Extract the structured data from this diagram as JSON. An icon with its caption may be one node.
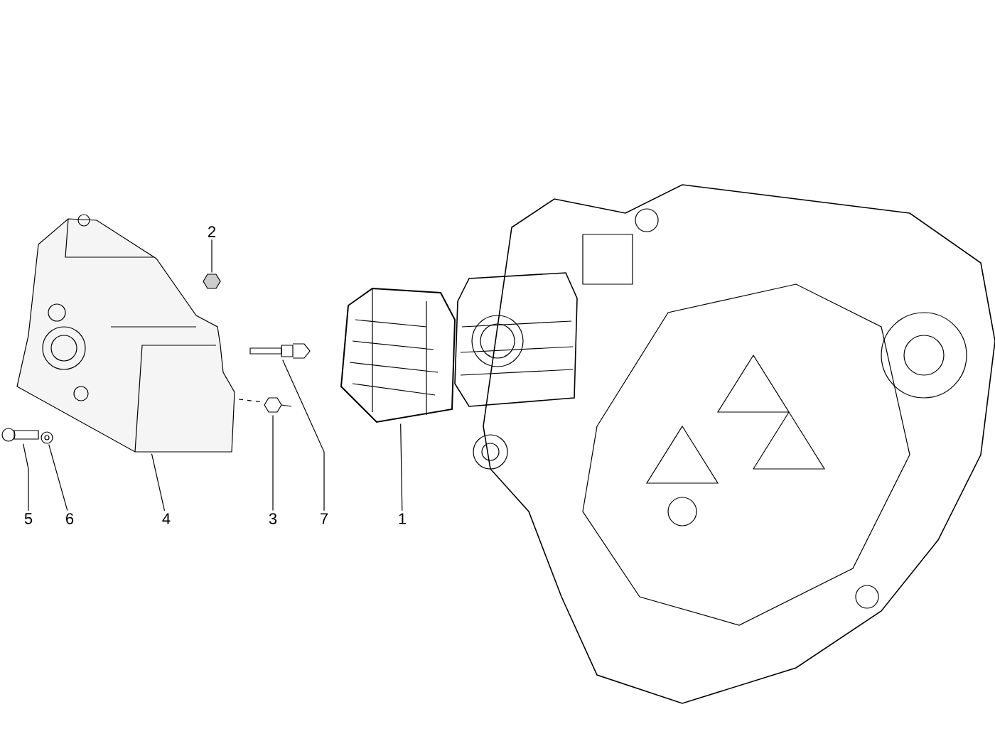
{
  "diagram": {
    "nodes": [
      {
        "text": [
          "2"
        ]
      },
      {
        "text": [
          "5"
        ]
      },
      {
        "text": [
          "6"
        ]
      },
      {
        "text": [
          "4"
        ]
      },
      {
        "text": [
          "3"
        ]
      },
      {
        "text": [
          "7"
        ]
      },
      {
        "text": [
          "1"
        ]
      },
      {
        "text": [],
        "shape": "picture"
      },
      {
        "text": [],
        "shape": "picture"
      },
      {
        "text": [],
        "shape": "picture"
      },
      {
        "text": [],
        "shape": "picture"
      },
      {
        "text": [],
        "shape": "picture"
      },
      {
        "text": [],
        "shape": "picture"
      },
      {
        "text": [],
        "shape": "picture"
      }
    ],
    "edges": [
      {
        "from": 0,
        "to": 10,
        "arrow": "none"
      },
      {
        "from": 1,
        "to": 7,
        "arrow": "none"
      },
      {
        "from": 2,
        "to": 8,
        "arrow": "none"
      },
      {
        "from": 3,
        "to": 9,
        "arrow": "none"
      },
      {
        "from": 4,
        "to": 11,
        "arrow": "none"
      },
      {
        "from": 5,
        "to": 12,
        "arrow": "none"
      },
      {
        "from": 6,
        "to": 13,
        "arrow": "none"
      }
    ]
  }
}
